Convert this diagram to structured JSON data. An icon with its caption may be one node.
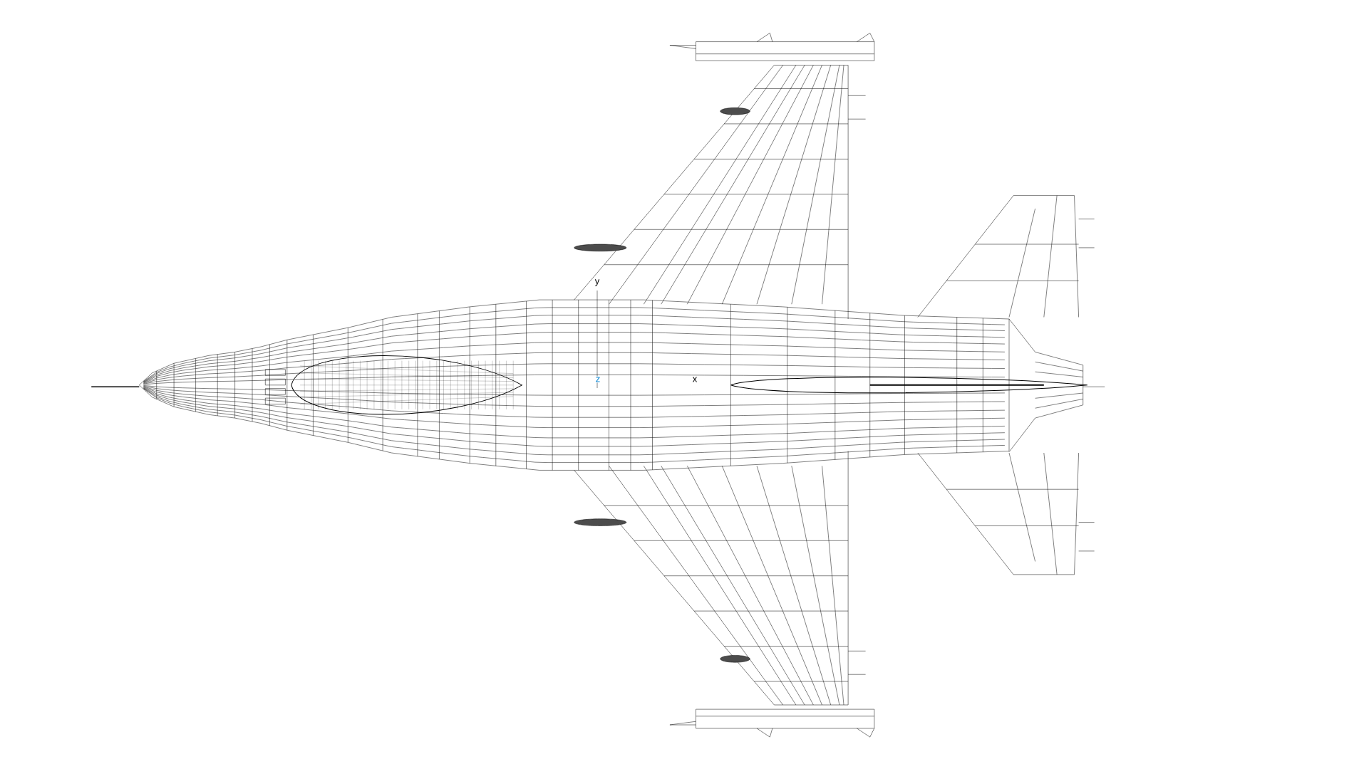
{
  "diagram": {
    "labels": [
      "y",
      "z",
      "x"
    ]
  }
}
